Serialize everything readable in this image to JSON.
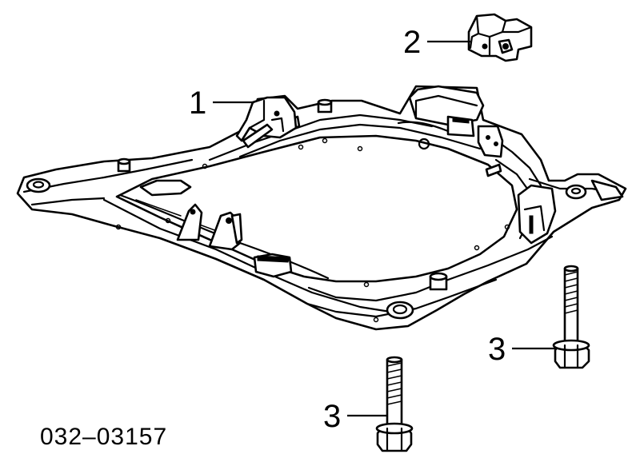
{
  "callouts": {
    "c1": "1",
    "c2": "2",
    "c3a": "3",
    "c3b": "3"
  },
  "part_number": "032–03157"
}
